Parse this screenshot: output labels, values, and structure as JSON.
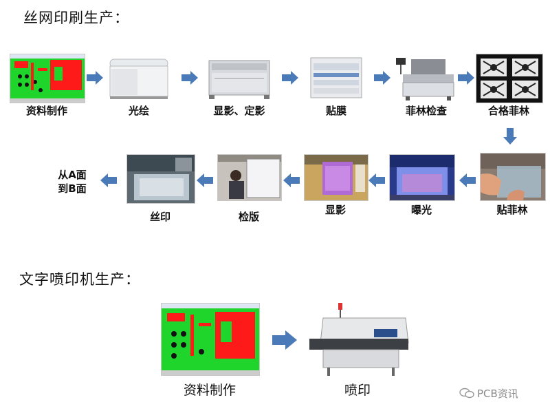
{
  "sections": {
    "screen_printing_title": "丝网印刷生产：",
    "inkjet_title": "文字喷印机生产："
  },
  "row1": [
    {
      "label": "资料制作"
    },
    {
      "label": "光绘"
    },
    {
      "label": "显影、定影"
    },
    {
      "label": "贴膜"
    },
    {
      "label": "菲林检查"
    },
    {
      "label": "合格菲林"
    }
  ],
  "row2": [
    {
      "label": "贴菲林"
    },
    {
      "label": "曝光"
    },
    {
      "label": "显影"
    },
    {
      "label": "检版"
    },
    {
      "label": "丝印"
    }
  ],
  "side_note": {
    "line1": "从A面",
    "line2": "到B面"
  },
  "row3": [
    {
      "label": "资料制作"
    },
    {
      "label": "喷印"
    }
  ],
  "watermark": "PCB资讯",
  "colors": {
    "arrow": "#4a7ab8",
    "pcb_green": "#1fd42a",
    "pcb_red": "#ff1a1a"
  }
}
